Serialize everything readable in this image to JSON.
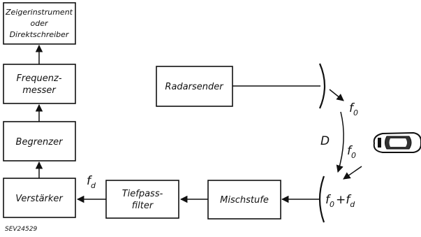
{
  "blocks": {
    "anzeige": [
      "Zeigerinstrument",
      "oder",
      "Direktschreiber"
    ],
    "frequenzmesser": [
      "Frequenz-",
      "messer"
    ],
    "begrenzer": "Begrenzer",
    "verstaerker": "Verstärker",
    "tiefpass": [
      "Tiefpass-",
      "filter"
    ],
    "mischstufe": "Mischstufe",
    "radarsender": "Radarsender"
  },
  "symbols": {
    "fd_base": "f",
    "fd_sub": "d",
    "f0_base": "f",
    "f0_sub": "0",
    "distance": "D",
    "plus": "+"
  },
  "reference": "SEV24529"
}
